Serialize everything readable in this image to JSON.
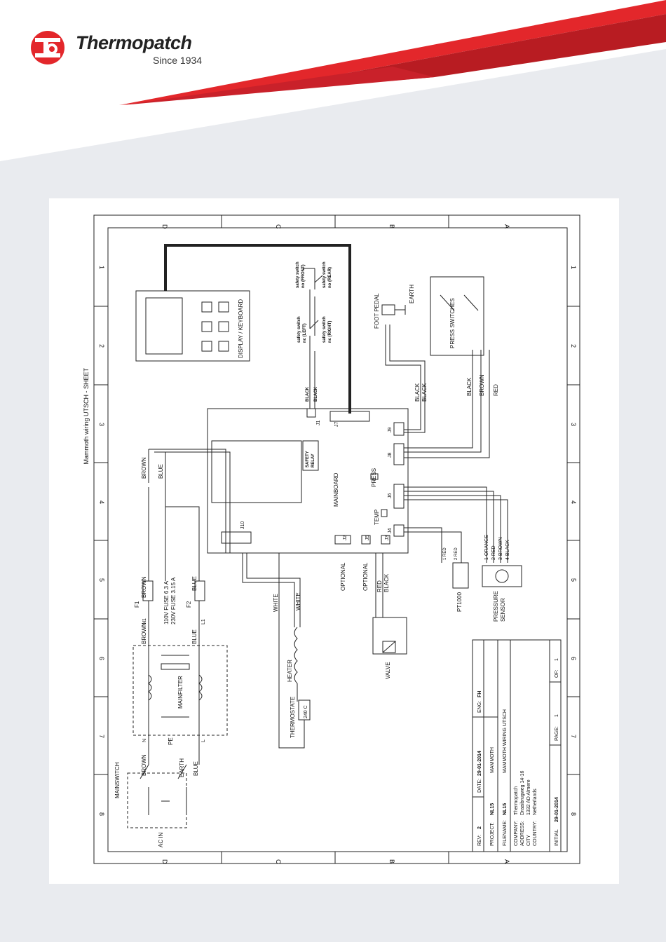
{
  "brand": {
    "name": "Thermopatch",
    "tagline": "Since 1934",
    "accent_red": "#e3272b",
    "dark_red": "#b81c22"
  },
  "sheet_title": "Mammoth wiring UTSCH - SHEET",
  "grid": {
    "top_letters": [
      "D",
      "C",
      "B",
      "A"
    ],
    "side_numbers": [
      "1",
      "2",
      "3",
      "4",
      "5",
      "6",
      "7",
      "8"
    ]
  },
  "components": {
    "display": "DISPLAY / KEYBOARD",
    "mainboard": "MAINBOARD",
    "safety_relay_1": "SAFETY",
    "safety_relay_2": "RELAY",
    "foot_pedal": "FOOT PEDAL",
    "earth": "EARTH",
    "press_switches": "PRESS SWITCHES",
    "press": "PRESS",
    "temp": "TEMP",
    "heater": "HEATER",
    "thermostate": "THERMOSTATE",
    "thermostate_temp": "240 C",
    "valve": "VALVE",
    "pt1000": "PT1000",
    "pressure_sensor_1": "PRESSURE",
    "pressure_sensor_2": "SENSOR",
    "mainfilter": "MAINFILTER",
    "mainswitch": "MAINSWITCH",
    "ac_in": "AC IN",
    "pe": "PE",
    "fuse_f1": "F1",
    "fuse_f2": "F2",
    "fuse_rating_1": "110V FUSE 6.3 A",
    "fuse_rating_2": "230V FUSE 3.15 A",
    "optional_1": "OPTIONAL",
    "optional_2": "OPTIONAL"
  },
  "connectors": {
    "j1": "J1",
    "j2": "J2",
    "j3": "J3",
    "j4": "J4",
    "j5": "J5",
    "j6": "J6",
    "j7": "J7",
    "j8": "J8",
    "j9": "J9",
    "j10": "J10",
    "n1": "N1",
    "l1": "L1",
    "n": "N",
    "l": "L"
  },
  "safety_switches": {
    "front_1": "safety switch",
    "front_2": "no   (FRONT)",
    "rear_1": "safety switch",
    "rear_2": "no   (REAR)",
    "left_1": "safety switch",
    "left_2": "nc   (LEFT)",
    "right_1": "safety switch",
    "right_2": "nc   (RIGHT)"
  },
  "wires": {
    "black": "BLACK",
    "brown": "BROWN",
    "blue": "BLUE",
    "white": "WHITE",
    "red": "RED",
    "orange": "ORANGE",
    "earth": "EARTH"
  },
  "pressure_pins": [
    "1  ORANGE",
    "2  RED",
    "3  BROWN",
    "4  BLACK"
  ],
  "pt_pins": [
    "1  RED",
    "2  RED"
  ],
  "title_block": {
    "rev_label": "REV:",
    "rev": "2",
    "date_label": "DATE:",
    "date": "29-01-2014",
    "eng_label": "ENG:",
    "eng": "FH",
    "project_label": "PROJECT:",
    "project_code": "NL15",
    "project_name": "MAMMOTH",
    "filename_label": "FILENAME:",
    "filename_code": "NL15",
    "filename": "MAMMOTH WIRING UTSCH",
    "company_label": "COMPANY:",
    "company": "Thermopatch",
    "address_label": "ADDRESS:",
    "address": "Draaibrugweg 14-16",
    "city_label": "CITY",
    "city": "1332 AD Almere",
    "country_label": "COUNTRY:",
    "country": "Netherlands",
    "page_label": "PAGE:",
    "page": "1",
    "of_label": "OF:",
    "of": "1",
    "initial_label": "INITIAL",
    "initial_date": "29-01-2014"
  }
}
